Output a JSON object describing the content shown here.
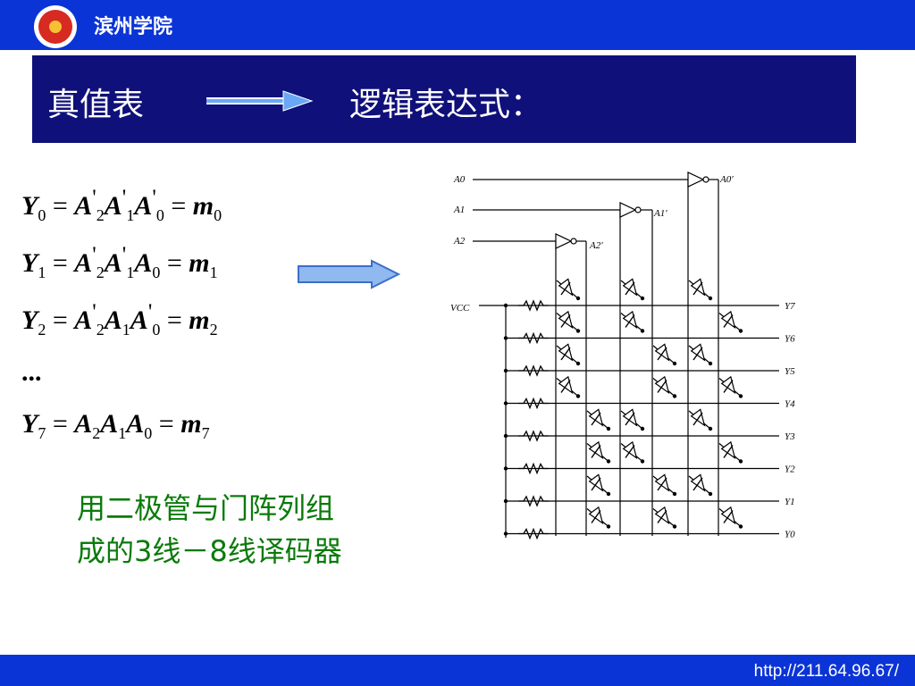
{
  "header": {
    "school_name": "滨州学院",
    "logo_icon": "university-seal-icon",
    "background": "#0b34d6"
  },
  "banner": {
    "left_text": "真值表",
    "right_text": "逻辑表达式：",
    "background": "#10107a"
  },
  "equations": {
    "ellipsis": "..."
  },
  "caption": {
    "line1": "用二极管与门阵列组",
    "line2": "成的3线－8线译码器",
    "color": "#0b7a0b"
  },
  "circuit": {
    "inputs": [
      "A0",
      "A1",
      "A2"
    ],
    "inverted_outputs": [
      "A0′",
      "A1′",
      "A2′"
    ],
    "supply_label": "VCC",
    "outputs": [
      "Y7",
      "Y6",
      "Y5",
      "Y4",
      "Y3",
      "Y2",
      "Y1",
      "Y0"
    ]
  },
  "footer": {
    "url": "http://211.64.96.67/",
    "background": "#0b34d6"
  }
}
